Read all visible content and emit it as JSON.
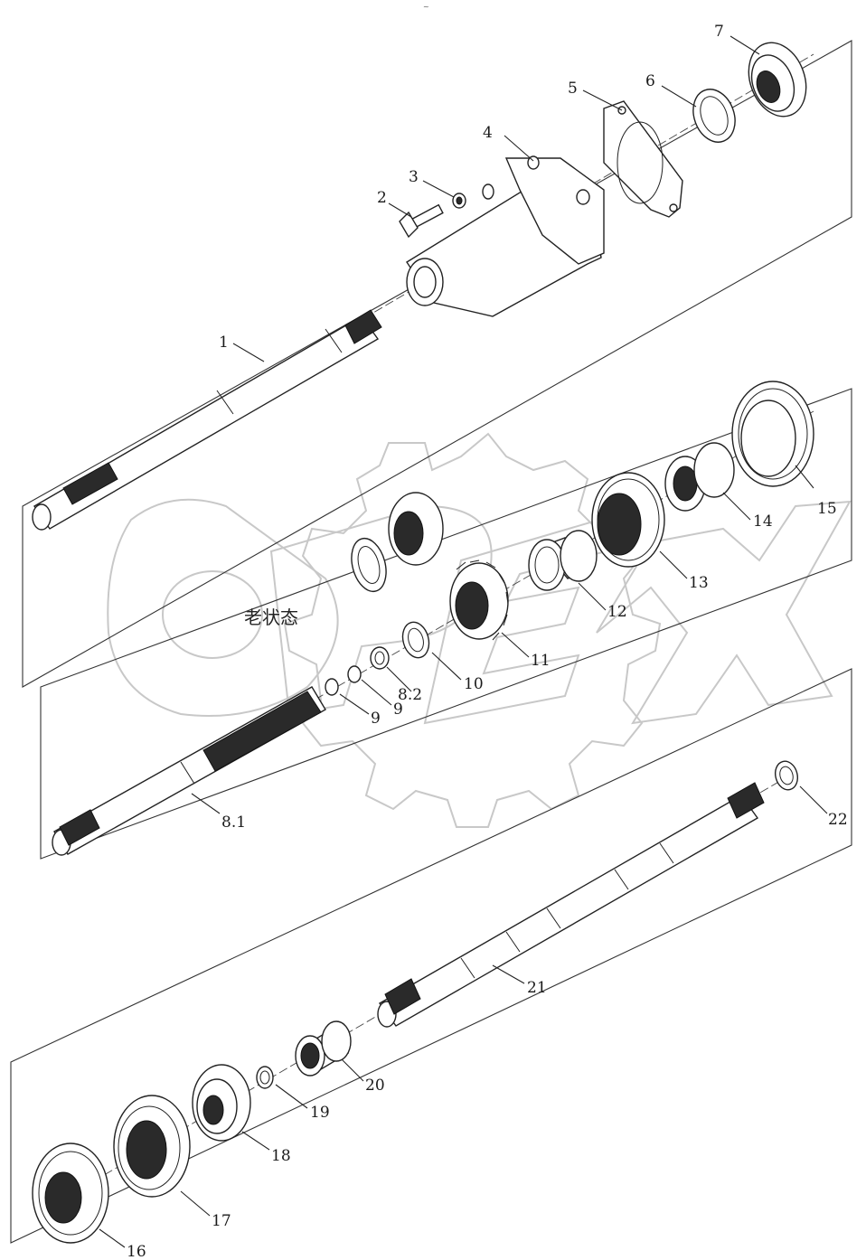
{
  "watermark": {
    "brand": "OPEX",
    "caption": "老状态"
  },
  "top_mark": "~",
  "callouts": [
    {
      "id": "7",
      "text": "7"
    },
    {
      "id": "6",
      "text": "6"
    },
    {
      "id": "5",
      "text": "5"
    },
    {
      "id": "4",
      "text": "4"
    },
    {
      "id": "3",
      "text": "3"
    },
    {
      "id": "2",
      "text": "2"
    },
    {
      "id": "1",
      "text": "1"
    },
    {
      "id": "15",
      "text": "15"
    },
    {
      "id": "14",
      "text": "14"
    },
    {
      "id": "13",
      "text": "13"
    },
    {
      "id": "12",
      "text": "12"
    },
    {
      "id": "11",
      "text": "11"
    },
    {
      "id": "10",
      "text": "10"
    },
    {
      "id": "8.2",
      "text": "8.2"
    },
    {
      "id": "9a",
      "text": "9"
    },
    {
      "id": "9b",
      "text": "9"
    },
    {
      "id": "8.1",
      "text": "8.1"
    },
    {
      "id": "22",
      "text": "22"
    },
    {
      "id": "21",
      "text": "21"
    },
    {
      "id": "20",
      "text": "20"
    },
    {
      "id": "19",
      "text": "19"
    },
    {
      "id": "18",
      "text": "18"
    },
    {
      "id": "17",
      "text": "17"
    },
    {
      "id": "16",
      "text": "16"
    }
  ]
}
